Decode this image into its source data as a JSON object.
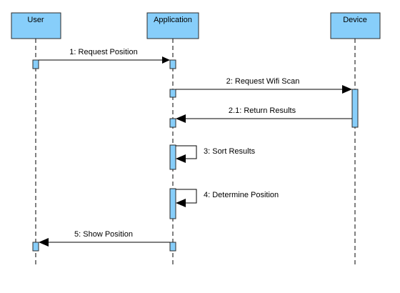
{
  "participants": [
    {
      "id": "user",
      "label": "User"
    },
    {
      "id": "app",
      "label": "Application"
    },
    {
      "id": "device",
      "label": "Device"
    }
  ],
  "messages": [
    {
      "label": "1: Request Position",
      "from": "user",
      "to": "app"
    },
    {
      "label": "2: Request Wifi Scan",
      "from": "app",
      "to": "device"
    },
    {
      "label": "2.1: Return Results",
      "from": "device",
      "to": "app"
    },
    {
      "label": "3: Sort Results",
      "from": "app",
      "to": "app"
    },
    {
      "label": "4: Determine Position",
      "from": "app",
      "to": "app"
    },
    {
      "label": "5: Show Position",
      "from": "app",
      "to": "user"
    }
  ],
  "colors": {
    "participant_fill": "#87cefa",
    "activation_fill": "#87cefa",
    "line": "#000000"
  }
}
